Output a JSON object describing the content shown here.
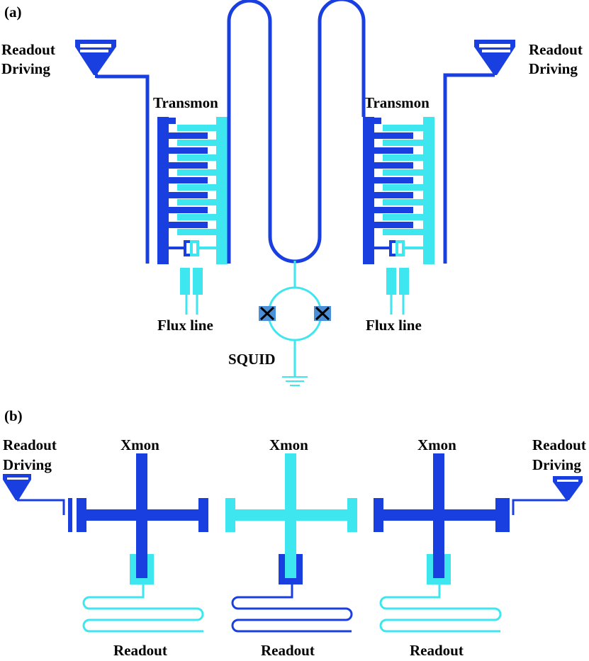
{
  "panel_a": {
    "label": "(a)",
    "left_port": "Readout\nDriving",
    "right_port": "Readout\nDriving",
    "left_qubit": "Transmon",
    "right_qubit": "Transmon",
    "left_flux": "Flux line",
    "right_flux": "Flux line",
    "squid": "SQUID"
  },
  "panel_b": {
    "label": "(b)",
    "left_port": "Readout\nDriving",
    "right_port": "Readout\nDriving",
    "qubits": [
      "Xmon",
      "Xmon",
      "Xmon"
    ],
    "readouts": [
      "Readout",
      "Readout",
      "Readout"
    ]
  },
  "colors": {
    "dark_blue": "#1a3fe0",
    "cyan": "#3ee6ef",
    "junction_fill": "#4a90d9",
    "text": "#000000"
  }
}
